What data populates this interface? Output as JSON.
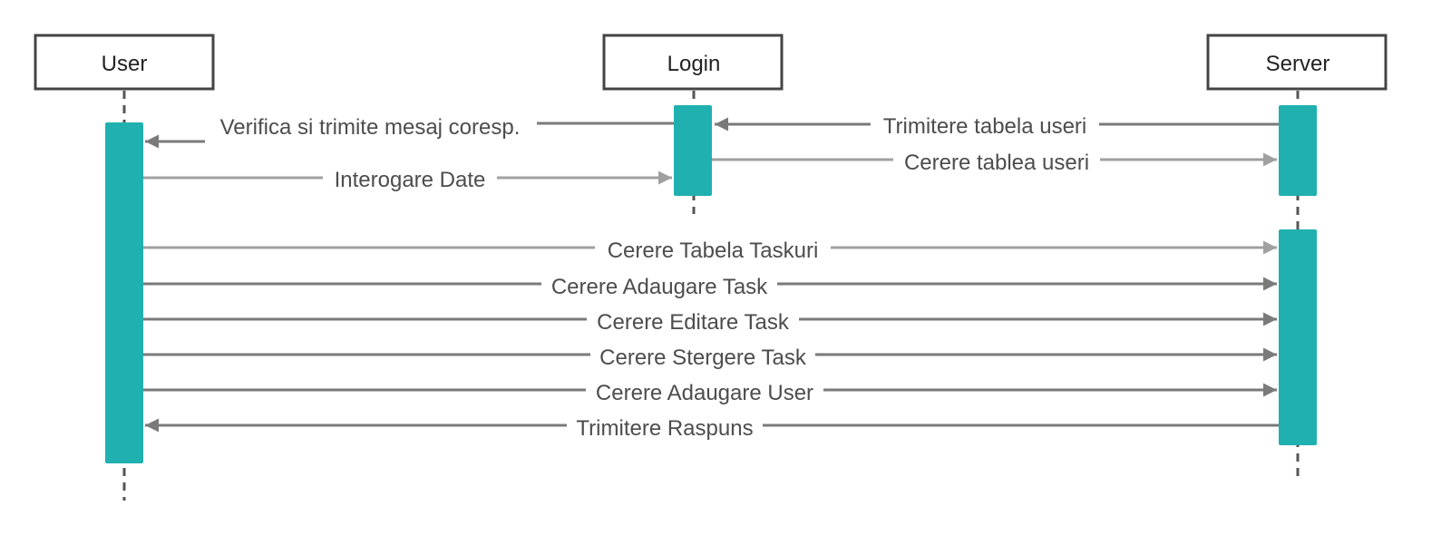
{
  "colors": {
    "activation": "#20b0b0",
    "lifeline": "#555555",
    "actor_border": "#444444",
    "arrow_dark": "#7a7a7a",
    "arrow_light": "#a0a0a0",
    "text": "#4d4d4d"
  },
  "actors": [
    {
      "id": "user",
      "label": "User"
    },
    {
      "id": "login",
      "label": "Login"
    },
    {
      "id": "server",
      "label": "Server"
    }
  ],
  "messages": [
    {
      "id": "verifica",
      "from": "login",
      "to": "user",
      "label": "Verifica si trimite mesaj coresp.",
      "style": "dark"
    },
    {
      "id": "trimitere-tabela",
      "from": "server",
      "to": "login",
      "label": "Trimitere tabela useri",
      "style": "dark"
    },
    {
      "id": "cerere-tablea",
      "from": "login",
      "to": "server",
      "label": "Cerere tablea useri",
      "style": "light"
    },
    {
      "id": "interogare",
      "from": "user",
      "to": "login",
      "label": "Interogare Date",
      "style": "light"
    },
    {
      "id": "cerere-taskuri",
      "from": "user",
      "to": "server",
      "label": "Cerere Tabela Taskuri",
      "style": "light"
    },
    {
      "id": "adaugare-task",
      "from": "user",
      "to": "server",
      "label": "Cerere Adaugare Task",
      "style": "dark"
    },
    {
      "id": "editare-task",
      "from": "user",
      "to": "server",
      "label": "Cerere Editare Task",
      "style": "dark"
    },
    {
      "id": "stergere-task",
      "from": "user",
      "to": "server",
      "label": "Cerere Stergere Task",
      "style": "dark"
    },
    {
      "id": "adaugare-user",
      "from": "user",
      "to": "server",
      "label": "Cerere Adaugare User",
      "style": "dark"
    },
    {
      "id": "raspuns",
      "from": "server",
      "to": "user",
      "label": "Trimitere Raspuns",
      "style": "dark"
    }
  ]
}
